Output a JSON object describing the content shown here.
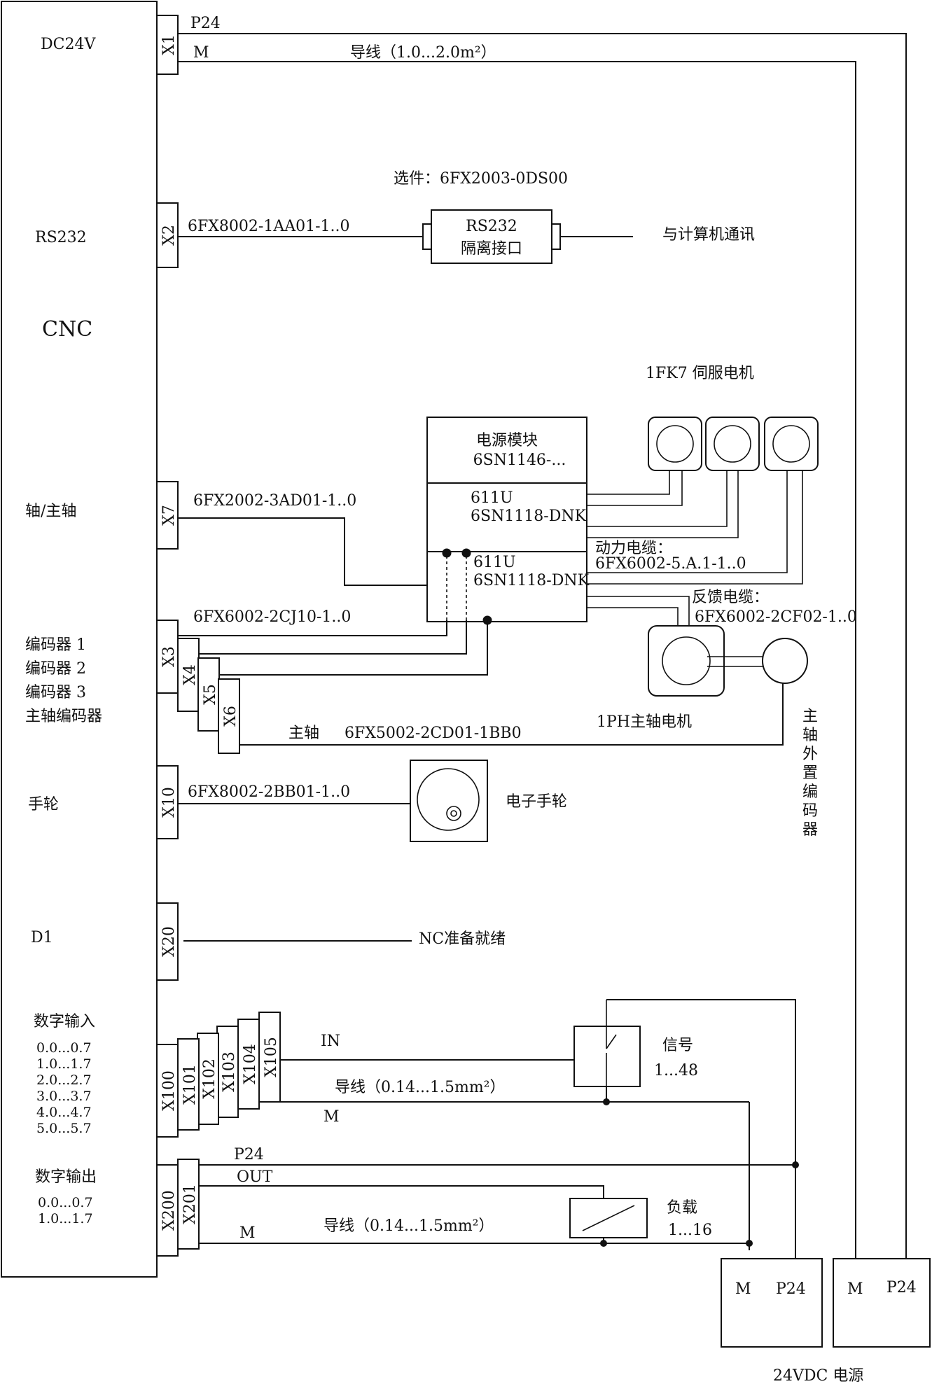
{
  "cnc": {
    "title": "CNC",
    "labels": {
      "dc24v": "DC24V",
      "rs232": "RS232",
      "axis": "轴/主轴",
      "enc1": "编码器  1",
      "enc2": "编码器  2",
      "enc3": "编码器  3",
      "spindle_enc": "主轴编码器",
      "handwheel": "手轮",
      "d1": "D1",
      "digital_in": "数字输入",
      "digital_out": "数字输出"
    },
    "din_ranges": [
      "0.0...0.7",
      "1.0...1.7",
      "2.0...2.7",
      "3.0...3.7",
      "4.0...4.7",
      "5.0...5.7"
    ],
    "dout_ranges": [
      "0.0...0.7",
      "1.0...1.7"
    ]
  },
  "connectors": {
    "x1": "X1",
    "x2": "X2",
    "x7": "X7",
    "x3": "X3",
    "x4": "X4",
    "x5": "X5",
    "x6": "X6",
    "x10": "X10",
    "x20": "X20",
    "x100": "X100",
    "x101": "X101",
    "x102": "X102",
    "x103": "X103",
    "x104": "X104",
    "x105": "X105",
    "x200": "X200",
    "x201": "X201"
  },
  "wires": {
    "p24_top": "P24",
    "m_top": "M",
    "dc_wire": "导线（1.0...2.0m²）",
    "rs232_cable": "6FX8002-1AA01-1..0",
    "rs232_option": "选件：6FX2003-0DS00",
    "rs232_box_1": "RS232",
    "rs232_box_2": "隔离接口",
    "pc_comm": "与计算机通讯",
    "axis_cable": "6FX2002-3AD01-1..0",
    "enc_cable": "6FX6002-2CJ10-1..0",
    "spindle_word": "主轴",
    "spindle_cable": "6FX5002-2CD01-1BB0",
    "hw_cable": "6FX8002-2BB01-1..0",
    "hw_label": "电子手轮",
    "nc_ready": "NC准备就绪",
    "in_label": "IN",
    "in_wire": "导线（0.14...1.5mm²）",
    "in_m": "M",
    "signal_1": "信号",
    "signal_2": "1...48",
    "out_p24": "P24",
    "out_label": "OUT",
    "out_m": "M",
    "out_wire": "导线（0.14...1.5mm²）",
    "load_1": "负载",
    "load_2": "1...16"
  },
  "drive": {
    "psu_1": "电源模块",
    "psu_2": "6SN1146-...",
    "mod1_1": "611U",
    "mod1_2": "6SN1118-DNK",
    "mod2_1": "611U",
    "mod2_2": "6SN1118-DNK",
    "power_cable_1": "动力电缆：",
    "power_cable_2": "6FX6002-5.A.1-1..0",
    "fb_cable_1": "反馈电缆：",
    "fb_cable_2": "6FX6002-2CF02-1..0",
    "servo_title": "1FK7  伺服电机",
    "spindle_motor": "1PH主轴电机",
    "ext_encoder": [
      "主",
      "轴",
      "外",
      "置",
      "编",
      "码",
      "器"
    ]
  },
  "psu": {
    "m1": "M",
    "p1": "P24",
    "m2": "M",
    "p2": "P24",
    "title": "24VDC 电源"
  }
}
